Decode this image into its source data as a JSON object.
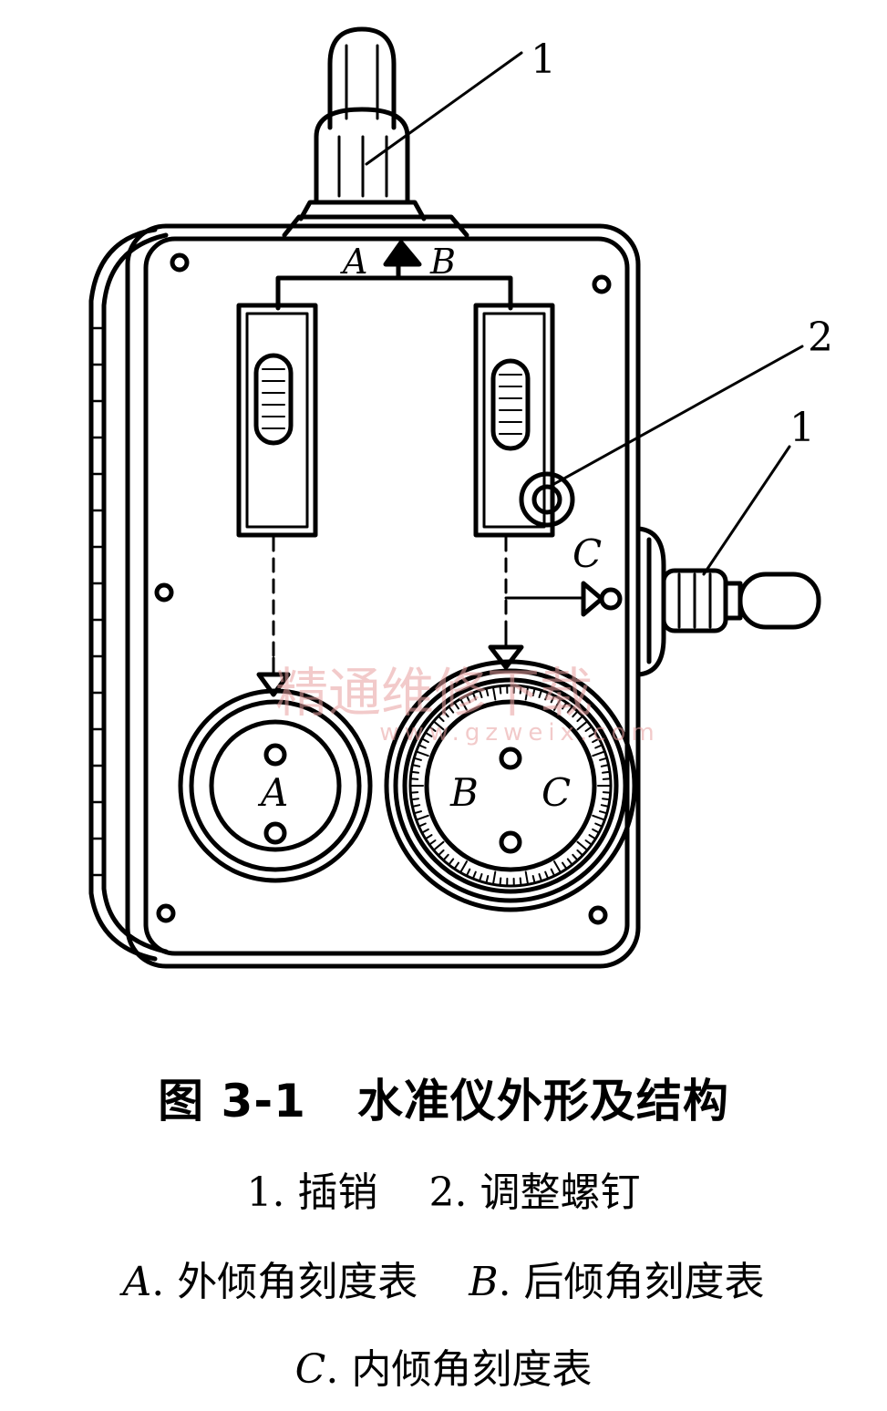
{
  "figure": {
    "number": "图 3-1",
    "title": "水准仪外形及结构"
  },
  "legend": {
    "item1": "1. 插销",
    "item2": "2. 调整螺钉",
    "itemA_key": "A",
    "itemA_text": ". 外倾角刻度表",
    "itemB_key": "B",
    "itemB_text": ". 后倾角刻度表",
    "itemC_key": "C",
    "itemC_text": ". 内倾角刻度表"
  },
  "callouts": {
    "pin_top": "1",
    "adjust_screw": "2",
    "pin_side": "1"
  },
  "dial_labels": {
    "a_top": "A",
    "b_top": "B",
    "c_side": "C",
    "a_dial": "A",
    "b_dial": "B",
    "c_dial": "C"
  },
  "watermark": {
    "text": "精通维修下载",
    "url": "www.gzweix.com"
  }
}
